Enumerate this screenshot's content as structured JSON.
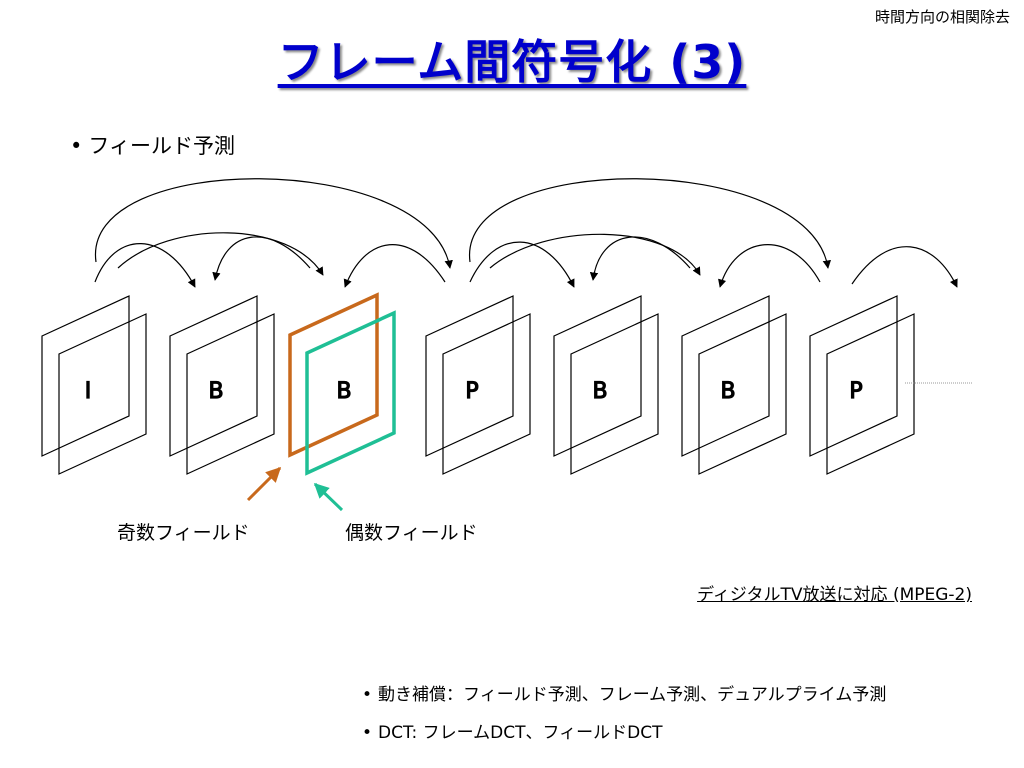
{
  "header": {
    "corner_label": "時間方向の相関除去",
    "title": "フレーム間符号化 (3)"
  },
  "bullet_main": {
    "dot": "•",
    "text": "フィールド予測"
  },
  "frames": [
    {
      "label": "I"
    },
    {
      "label": "B"
    },
    {
      "label": "B",
      "highlight": true
    },
    {
      "label": "P"
    },
    {
      "label": "B"
    },
    {
      "label": "B"
    },
    {
      "label": "P"
    }
  ],
  "colors": {
    "odd_field": "#c8691c",
    "even_field": "#1fbf95",
    "title": "#0000cc"
  },
  "field_labels": {
    "odd": "奇数フィールド",
    "even": "偶数フィールド"
  },
  "note": "ディジタルTV放送に対応 (MPEG-2)",
  "bullets": [
    {
      "dot": "•",
      "text": "動き補償：フィールド予測、フレーム予測、デュアルプライム予測"
    },
    {
      "dot": "•",
      "text": "DCT: フレームDCT、フィールドDCT"
    }
  ]
}
